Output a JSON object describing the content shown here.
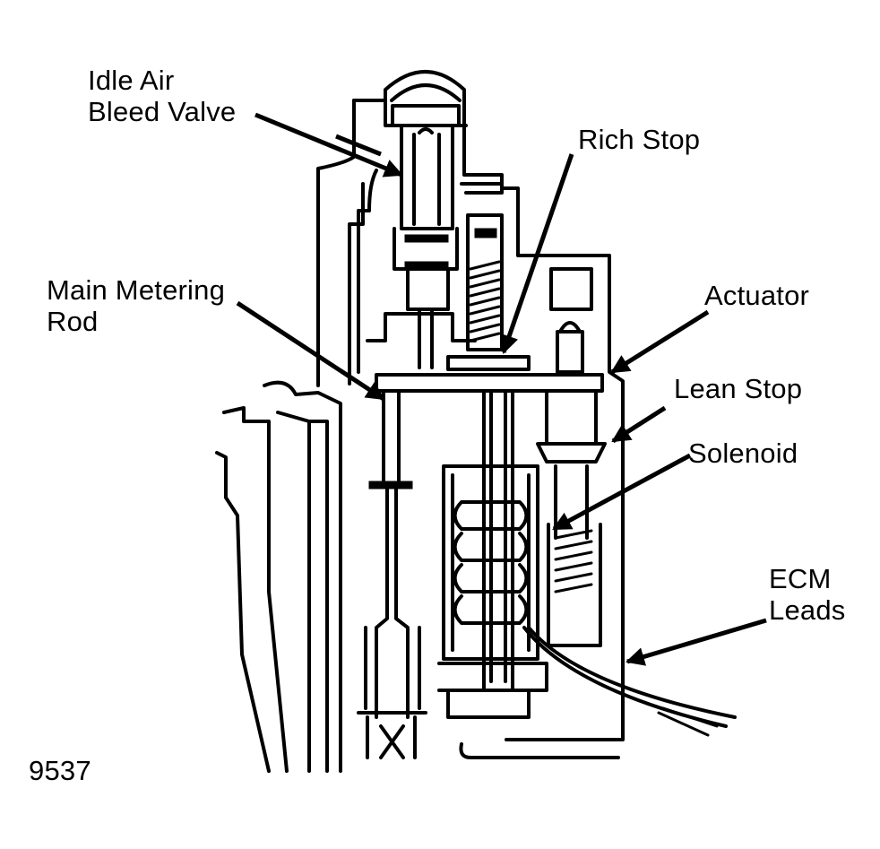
{
  "labels": {
    "idle_air_bleed_valve": [
      "Idle Air",
      "Bleed Valve"
    ],
    "rich_stop": "Rich Stop",
    "main_metering_rod": [
      "Main Metering",
      "Rod"
    ],
    "actuator": "Actuator",
    "lean_stop": "Lean Stop",
    "solenoid": "Solenoid",
    "ecm_leads": [
      "ECM",
      "Leads"
    ],
    "figure_number": "9537"
  },
  "colors": {
    "ink": "#000000",
    "paper": "#ffffff"
  }
}
